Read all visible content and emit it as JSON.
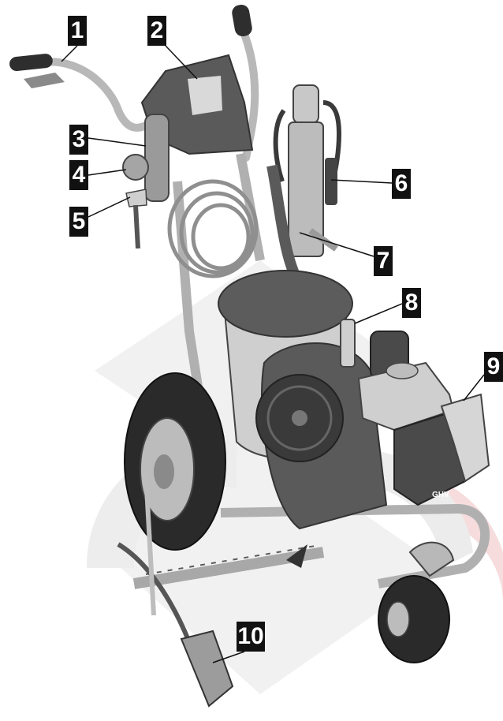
{
  "colors": {
    "callout_bg": "#111111",
    "callout_text": "#ffffff",
    "body_dark": "#595959",
    "frame_gray": "#b8b8b8",
    "tire": "#2a2a2a",
    "watermark_gray": "#ededed",
    "watermark_red": "#f7dede"
  },
  "callouts": [
    "1",
    "2",
    "3",
    "4",
    "5",
    "6",
    "7",
    "8",
    "9",
    "10"
  ],
  "decals": {
    "engine_brand": "GHV"
  }
}
